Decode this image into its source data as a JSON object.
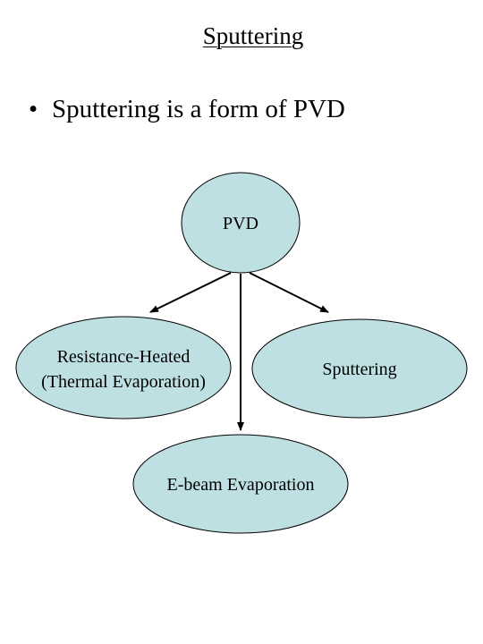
{
  "slide": {
    "title": "Sputtering",
    "bullet": "Sputtering is a form of PVD"
  },
  "diagram": {
    "nodes": {
      "pvd": "PVD",
      "resistance_line1": "Resistance-Heated",
      "resistance_line2": "(Thermal Evaporation)",
      "sputtering": "Sputtering",
      "ebeam": "E-beam Evaporation"
    },
    "edges": [
      {
        "from": "pvd",
        "to": "resistance"
      },
      {
        "from": "pvd",
        "to": "ebeam"
      },
      {
        "from": "pvd",
        "to": "sputtering"
      }
    ],
    "node_fill": "#bfe0e3",
    "node_stroke": "#000000"
  }
}
